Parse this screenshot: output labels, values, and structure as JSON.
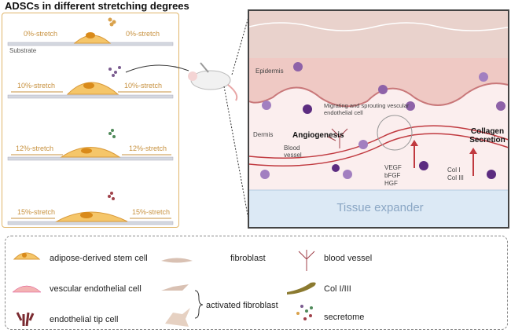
{
  "title": "ADSCs in different stretching degrees",
  "stretch_panels": [
    {
      "left_label": "0%-stretch",
      "right_label": "0%-stretch",
      "substrate_label": "Substrate",
      "secretome_color": "#d9a24c"
    },
    {
      "left_label": "10%-stretch",
      "right_label": "10%-stretch",
      "secretome_color": "#7a5b8f"
    },
    {
      "left_label": "12%-stretch",
      "right_label": "12%-stretch",
      "secretome_color": "#4f8a5a"
    },
    {
      "left_label": "15%-stretch",
      "right_label": "15%-stretch",
      "secretome_color": "#a0414a"
    }
  ],
  "skin_panel": {
    "epidermis": "Epidermis",
    "dermis": "Dermis",
    "migrating": "Migrating and sprouting vescular endothelial cell",
    "angiogenesis": "Angiogenesis",
    "blood_vessel": "Blood vessel",
    "collagen_secretion": "Collagen Secretion",
    "growth_factors": [
      "VEGF",
      "bFGF",
      "HGF"
    ],
    "collagens": [
      "Col I",
      "Col III"
    ],
    "tissue_expander": "Tissue expander"
  },
  "legend": [
    {
      "label": "adipose-derived stem cell"
    },
    {
      "label": "vescular endothelial cell"
    },
    {
      "label": "endothelial tip cell"
    },
    {
      "label": "fibroblast"
    },
    {
      "label": "activated fibroblast"
    },
    {
      "label": "blood vessel"
    },
    {
      "label": "Col I/III"
    },
    {
      "label": "secretome"
    }
  ],
  "colors": {
    "adsc": "#f5c66a",
    "nucleus": "#d98a1a",
    "substrate": "#d4d8e0",
    "accent": "#c7913f",
    "expander": "#dce9f5",
    "vessel": "#c0393f"
  }
}
